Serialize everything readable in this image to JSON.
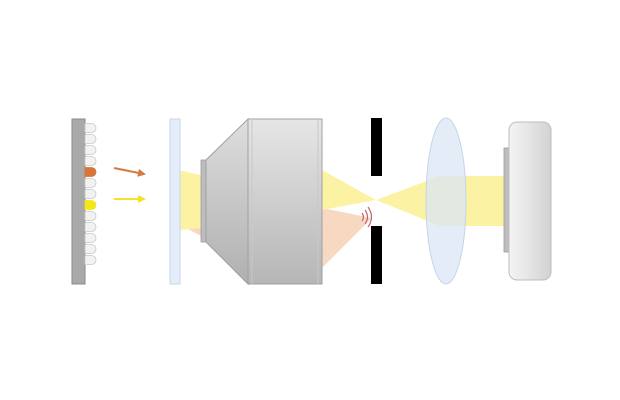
{
  "diagram": {
    "led_array": {
      "led_count": 13,
      "lit_leds": [
        {
          "index": 4,
          "color": "#d9743a"
        },
        {
          "index": 7,
          "color": "#f5e61c"
        }
      ],
      "off_color": "#f2f2f2",
      "backplate_color": "#a9a9a9"
    },
    "arrows": [
      {
        "name": "orange-arrow",
        "color": "#d47a3e"
      },
      {
        "name": "yellow-arrow",
        "color": "#f2e22a"
      }
    ],
    "beam_colors": {
      "yellow": "#fbf293",
      "orange": "#f6d3b8"
    },
    "components": [
      "led-array",
      "diffuser-plate",
      "objective-lens",
      "aperture-slit",
      "focusing-lens",
      "camera-sensor"
    ],
    "signal_icon": "wireless-signal-icon",
    "signal_color": "#c0627a"
  }
}
